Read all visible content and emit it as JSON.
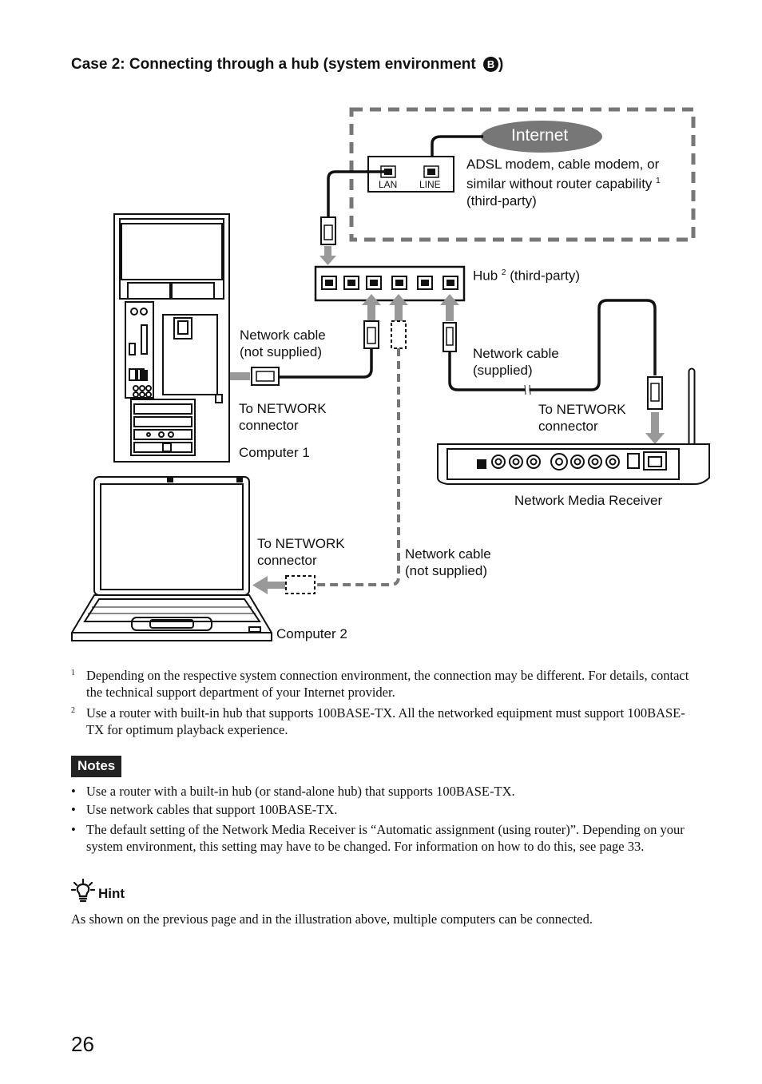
{
  "heading": {
    "text": "Case 2: Connecting through a hub (system environment",
    "badge": "B",
    "close": ")"
  },
  "diagram": {
    "internet": "Internet",
    "modem_ports": {
      "lan": "LAN",
      "line": "LINE"
    },
    "modem_label": {
      "l1": "ADSL modem, cable modem, or",
      "l2": "similar without router capability",
      "sup": "1",
      "l3": "(third-party)"
    },
    "hub_label": {
      "pre": "Hub",
      "sup": "2",
      "post": "(third-party)"
    },
    "cable1": {
      "l1": "Network cable",
      "l2": "(not supplied)"
    },
    "cable2": {
      "l1": "Network cable",
      "l2": "(supplied)"
    },
    "cable3": {
      "l1": "Network cable",
      "l2": "(not supplied)"
    },
    "to_network_1": {
      "l1": "To NETWORK",
      "l2": "connector"
    },
    "to_network_2": {
      "l1": "To NETWORK",
      "l2": "connector"
    },
    "to_network_3": {
      "l1": "To NETWORK",
      "l2": "connector"
    },
    "computer1": "Computer 1",
    "computer2": "Computer 2",
    "receiver": "Network Media Receiver"
  },
  "footnotes": [
    {
      "mark": "1",
      "text": "Depending on the respective system connection environment, the connection may be different. For details, contact the technical support department of your Internet provider."
    },
    {
      "mark": "2",
      "text": "Use a router with built-in hub that supports 100BASE-TX. All the networked equipment must support 100BASE-TX for optimum playback experience."
    }
  ],
  "notes": {
    "badge": "Notes",
    "items": [
      "Use a router with a built-in hub (or stand-alone hub) that supports 100BASE-TX.",
      "Use network cables that support 100BASE-TX.",
      "The default setting of the Network Media Receiver is “Automatic assignment (using router)”. Depending on your system environment, this setting may have to be changed. For information on how to do this, see page 33."
    ],
    "bullet": "•"
  },
  "hint": {
    "icon": "lightbulb-icon",
    "label": "Hint",
    "text": "As shown on the previous page and in the illustration above, multiple computers can be connected."
  },
  "page_number": "26"
}
